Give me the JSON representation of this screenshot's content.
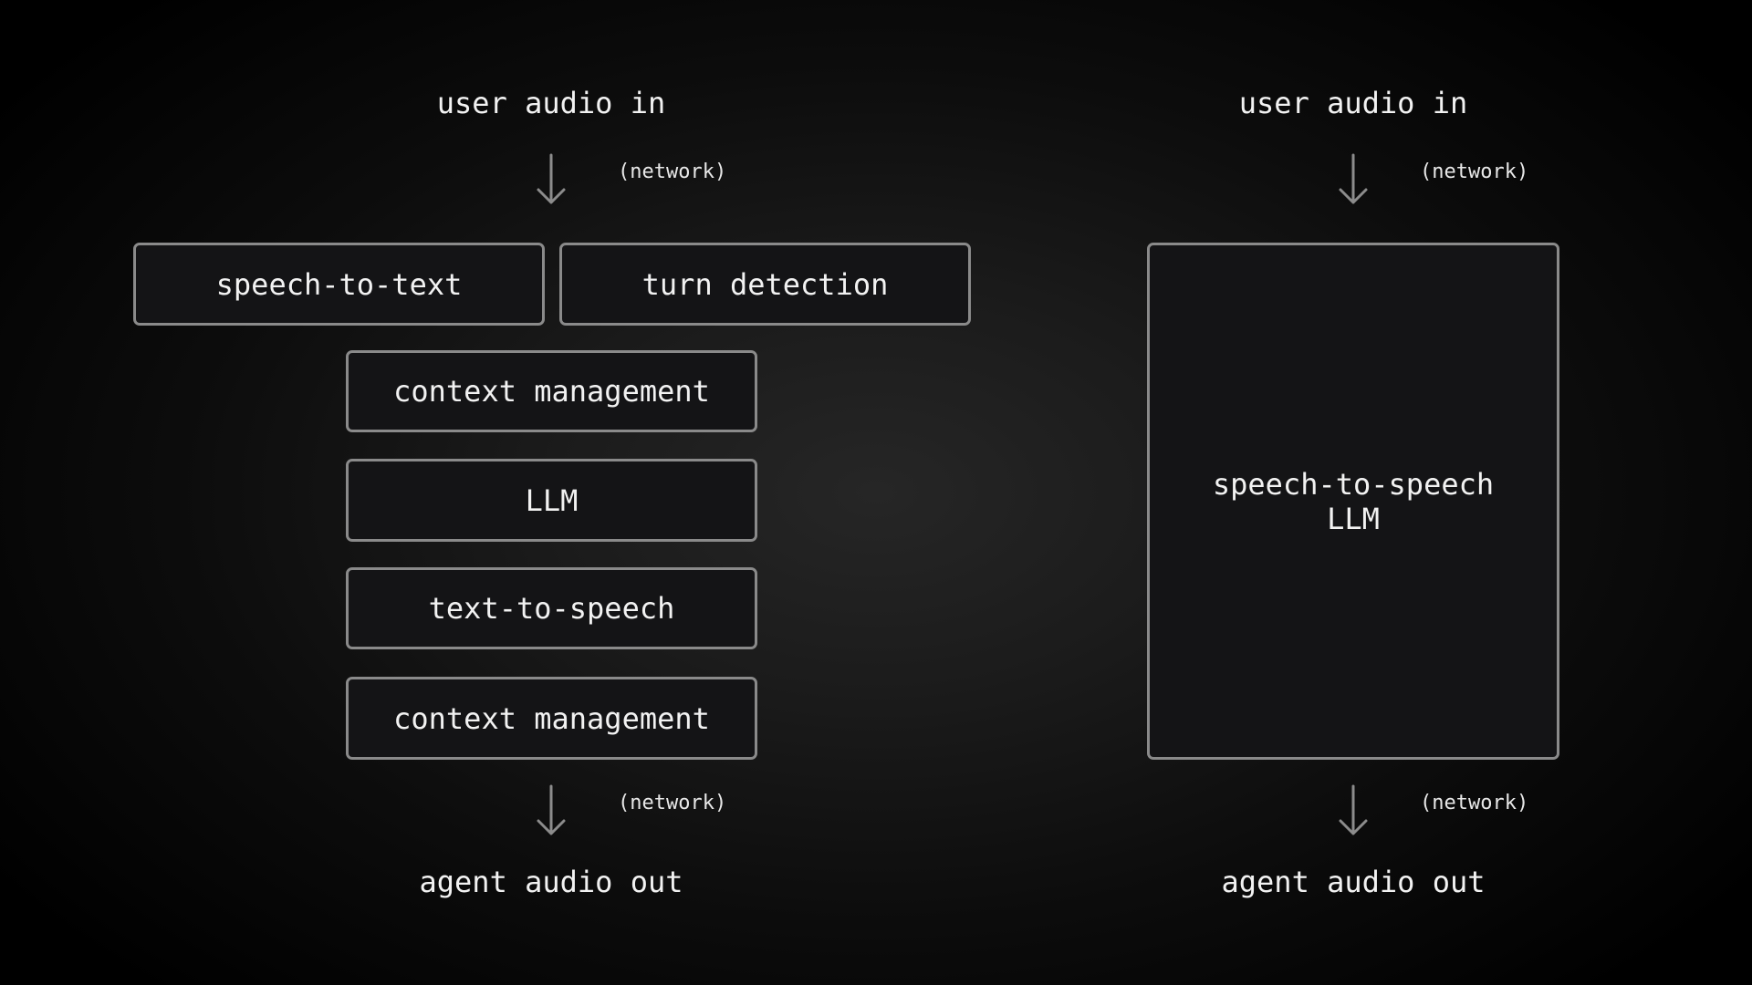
{
  "left_pipeline": {
    "input_label": "user audio in",
    "input_network": "(network)",
    "stt": "speech-to-text",
    "turn_detection": "turn detection",
    "context_1": "context management",
    "llm": "LLM",
    "tts": "text-to-speech",
    "context_2": "context management",
    "output_network": "(network)",
    "output_label": "agent audio out"
  },
  "right_pipeline": {
    "input_label": "user audio in",
    "input_network": "(network)",
    "model_line1": "speech-to-speech",
    "model_line2": "LLM",
    "output_network": "(network)",
    "output_label": "agent audio out"
  },
  "colors": {
    "border": "#8a8a8a",
    "box_fill": "#141416",
    "text": "#f2f2f2",
    "arrow": "#8c8c8c"
  },
  "icons": {
    "flow_arrow": "arrow-down-icon"
  }
}
